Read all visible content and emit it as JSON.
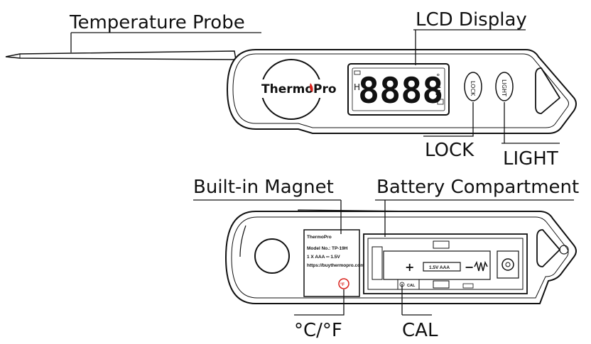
{
  "labels": {
    "temperature_probe": "Temperature  Probe",
    "lcd_display": "LCD Display",
    "lock": "LOCK",
    "light": "LIGHT",
    "built_in_magnet": "Built-in Magnet",
    "battery_compartment": "Battery Compartment",
    "units": "°C/°F",
    "cal": "CAL"
  },
  "device": {
    "brand_front": "ThermoPro",
    "lcd_digits": "8888",
    "lock_button": "LOCK",
    "light_button": "LIGHT"
  },
  "back_label": {
    "brand": "ThermoPro",
    "model": "Model No.: TP-19H",
    "battery": "1 X AAA ═ 1.5V",
    "url": "https://buythermopro.com",
    "battery_spec": "1.5V AAA",
    "cal": "CAL"
  },
  "colors": {
    "brand_accent": "#d9221c",
    "ink": "#111111"
  }
}
